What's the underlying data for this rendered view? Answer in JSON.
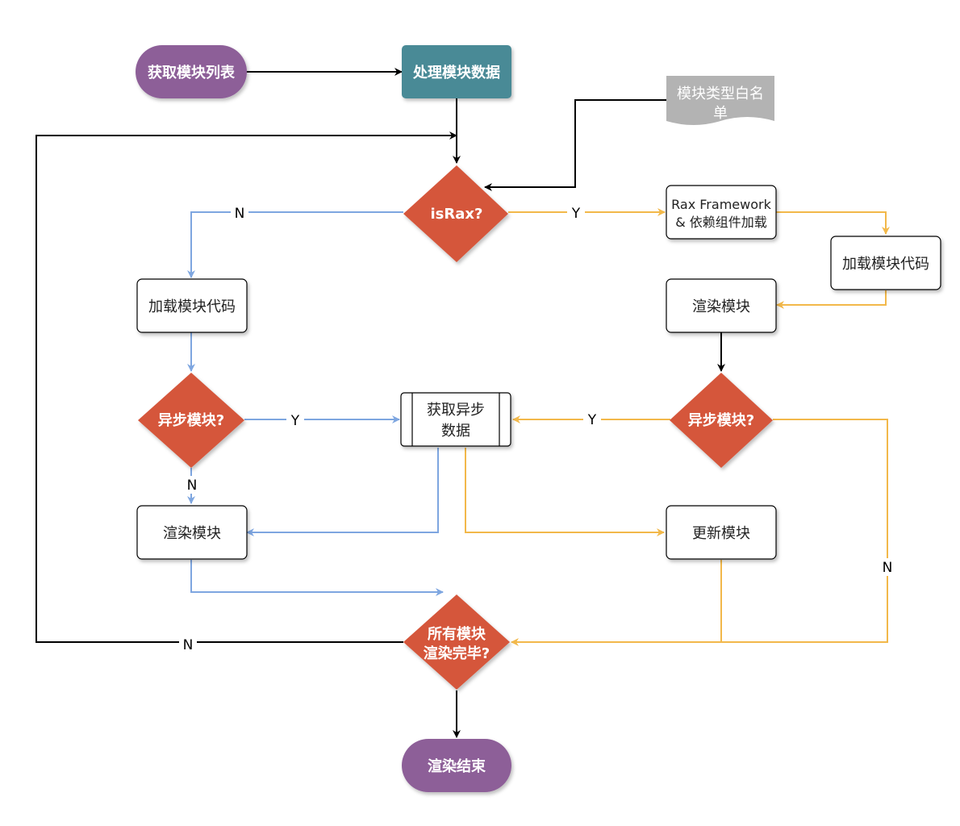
{
  "colors": {
    "purple": "#8d5f98",
    "teal": "#4a8a96",
    "red": "#d5563b",
    "blue": "#7ea6e0",
    "orange": "#f2b84a",
    "black": "#000000",
    "doc_gray": "#b3b3b3"
  },
  "nodes": {
    "get_module_list": "获取模块列表",
    "process_module_data": "处理模块数据",
    "whitelist_line1": "模块类型白名",
    "whitelist_line2": "单",
    "is_rax": "isRax?",
    "rax_framework_line1": "Rax Framework",
    "rax_framework_line2": "& 依赖组件加载",
    "load_code_right": "加载模块代码",
    "load_code_left": "加载模块代码",
    "render_right": "渲染模块",
    "render_left": "渲染模块",
    "async_left": "异步模块?",
    "async_right": "异步模块?",
    "fetch_async_line1": "获取异步",
    "fetch_async_line2": "数据",
    "update_module": "更新模块",
    "all_rendered_line1": "所有模块",
    "all_rendered_line2": "渲染完毕?",
    "render_end": "渲染结束"
  },
  "edge_labels": {
    "israx_no": "N",
    "israx_yes": "Y",
    "async_left_yes": "Y",
    "async_left_no": "N",
    "async_right_yes": "Y",
    "async_right_no": "N",
    "all_rendered_no": "N"
  }
}
